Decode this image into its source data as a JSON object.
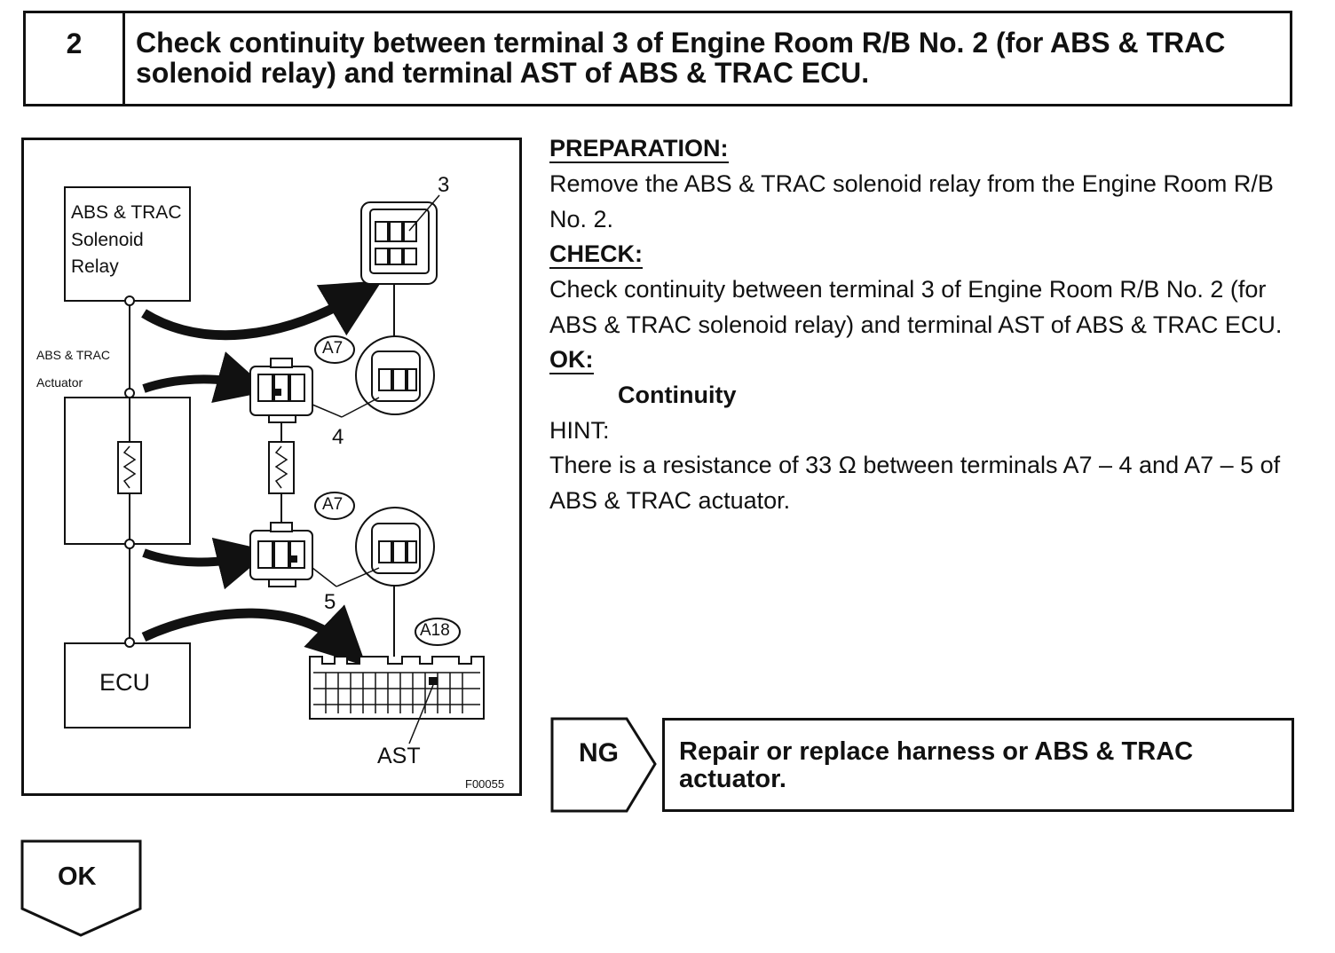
{
  "step": {
    "number": "2",
    "title": "Check continuity between terminal 3 of Engine Room R/B No. 2 (for ABS & TRAC solenoid relay) and terminal AST of ABS & TRAC ECU."
  },
  "figure": {
    "relay_label_1": "ABS & TRAC",
    "relay_label_2": "Solenoid",
    "relay_label_3": "Relay",
    "actuator_label_1": "ABS & TRAC",
    "actuator_label_2": "Actuator",
    "ecu_label": "ECU",
    "terminal_3": "3",
    "terminal_4": "4",
    "terminal_5": "5",
    "connector_a7_top": "A7",
    "connector_a7_bottom": "A7",
    "connector_a18": "A18",
    "terminal_ast": "AST",
    "figure_code": "F00055"
  },
  "instructions": {
    "preparation_heading": "PREPARATION:",
    "preparation_text": "Remove the ABS & TRAC solenoid relay from the Engine Room R/B No. 2.",
    "check_heading": "CHECK:",
    "check_text": "Check continuity between terminal 3 of Engine Room R/B No. 2 (for ABS & TRAC solenoid relay) and terminal AST of ABS & TRAC ECU.",
    "ok_heading": "OK:",
    "ok_value": "Continuity",
    "hint_heading": "HINT:",
    "hint_text": "There is a resistance of 33 Ω between terminals A7 – 4 and A7 – 5 of ABS & TRAC actuator."
  },
  "results": {
    "ng_label": "NG",
    "ng_action": "Repair or replace harness or ABS & TRAC actuator.",
    "ok_label": "OK"
  }
}
